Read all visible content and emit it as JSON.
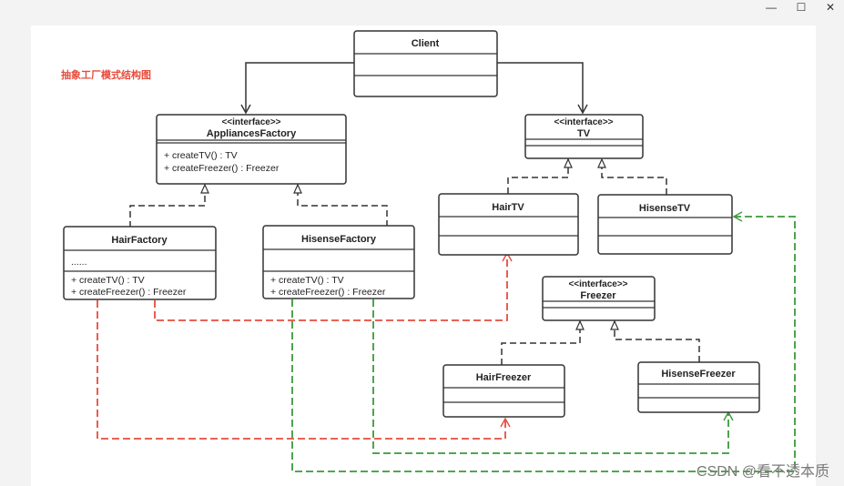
{
  "window_controls": {
    "minimize": "—",
    "maximize": "☐",
    "close": "✕"
  },
  "caption": "抽象工厂模式结构图",
  "watermark": "CSDN @看不透本质",
  "classes": {
    "client": {
      "name": "Client"
    },
    "appliances_factory": {
      "stereotype": "<<interface>>",
      "name": "AppliancesFactory",
      "methods": [
        "+ createTV() : TV",
        "+ createFreezer() : Freezer"
      ]
    },
    "tv": {
      "stereotype": "<<interface>>",
      "name": "TV"
    },
    "hair_factory": {
      "name": "HairFactory",
      "attrs": [
        "......"
      ],
      "methods": [
        "+ createTV() : TV",
        "+ createFreezer() : Freezer"
      ]
    },
    "hisense_factory": {
      "name": "HisenseFactory",
      "methods": [
        "+ createTV() : TV",
        "+ createFreezer() : Freezer"
      ]
    },
    "hair_tv": {
      "name": "HairTV"
    },
    "hisense_tv": {
      "name": "HisenseTV"
    },
    "freezer": {
      "stereotype": "<<interface>>",
      "name": "Freezer"
    },
    "hair_freezer": {
      "name": "HairFreezer"
    },
    "hisense_freezer": {
      "name": "HisenseFreezer"
    }
  },
  "colors": {
    "red_link": "#e64c3c",
    "green_link": "#3a9a3a",
    "line": "#333333"
  }
}
